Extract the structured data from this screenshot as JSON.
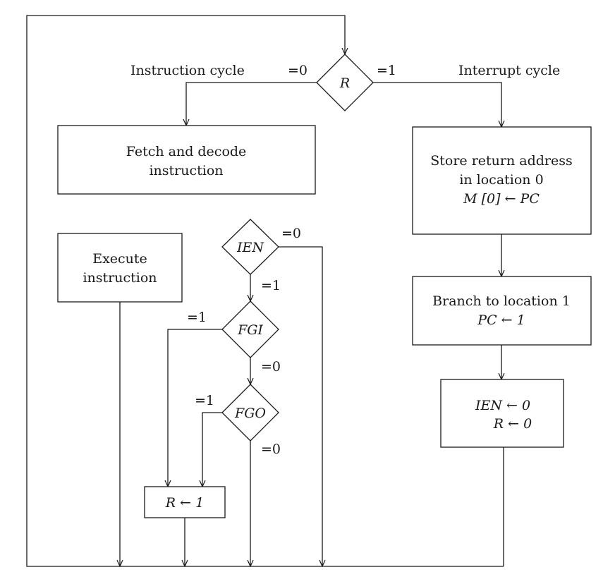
{
  "labels": {
    "instruction_cycle": "Instruction cycle",
    "interrupt_cycle": "Interrupt cycle",
    "r_eq0": "=0",
    "r_eq1": "=1",
    "ien_eq0": "=0",
    "ien_eq1": "=1",
    "fgi_eq1": "=1",
    "fgi_eq0": "=0",
    "fgo_eq1": "=1",
    "fgo_eq0": "=0"
  },
  "decisions": {
    "r": "R",
    "ien": "IEN",
    "fgi": "FGI",
    "fgo": "FGO"
  },
  "boxes": {
    "fetch": [
      "Fetch and decode",
      "instruction"
    ],
    "execute": [
      "Execute",
      "instruction"
    ],
    "store": [
      "Store return address",
      "in location 0",
      "M [0] ← PC"
    ],
    "branch": [
      "Branch to location 1",
      "PC ← 1"
    ],
    "reset": [
      "IEN ← 0",
      "R ← 0"
    ],
    "set_r": "R ← 1"
  }
}
